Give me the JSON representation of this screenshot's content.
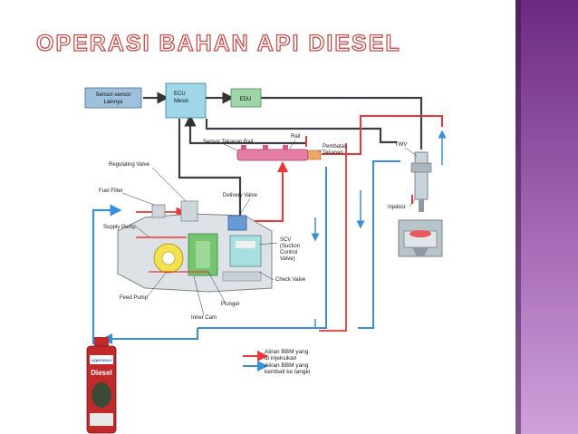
{
  "title": "OPERASI BAHAN API DIESEL",
  "colors": {
    "title_outline": "#c0504d",
    "sidebar": "#9b5bb0",
    "feed_line": "#e8383a",
    "return_line": "#3c8ed8",
    "edu_box": "#9fd6a8",
    "ecu_box": "#9fd6e8",
    "sensor_box": "#9fc0dc"
  },
  "blocks": {
    "sensor_others": [
      "Sensor-sensor",
      "Lainnya"
    ],
    "ecu": [
      "ECU",
      "Mesin"
    ],
    "edu": "EDU"
  },
  "labels": {
    "rail_sensor": "Sensor Tekanan Rail",
    "rail": "Rail",
    "pressure_limiter": [
      "Pembatas",
      "Tekanan"
    ],
    "twv": "TWV",
    "injector": "Injektor",
    "regulating_valve": "Regulating Valve",
    "fuel_filter": "Fuel Filter",
    "delivery_valve": "Delivery Valve",
    "supply_pump": "Supply Pump",
    "scv": [
      "SCV",
      "(Suction",
      "Control",
      "Valve)"
    ],
    "check_valve": "Check Valve",
    "feed_pump": "Feed Pump",
    "plunger": "Plunger",
    "inner_cam": "Inner Cam"
  },
  "legend": {
    "injected": [
      "Aliran BBM yang",
      "di injeksikan"
    ],
    "returned": [
      "Aliran BBM yang",
      "kembali ke tangki"
    ]
  },
  "bottle": {
    "brand": "LIQUI MOLY",
    "product": "Diesel"
  },
  "icons": {
    "pump": "fuel-pump-icon",
    "injector": "injector-icon",
    "cylinder": "cylinder-piston-icon",
    "tank": "diesel-bottle-icon"
  }
}
